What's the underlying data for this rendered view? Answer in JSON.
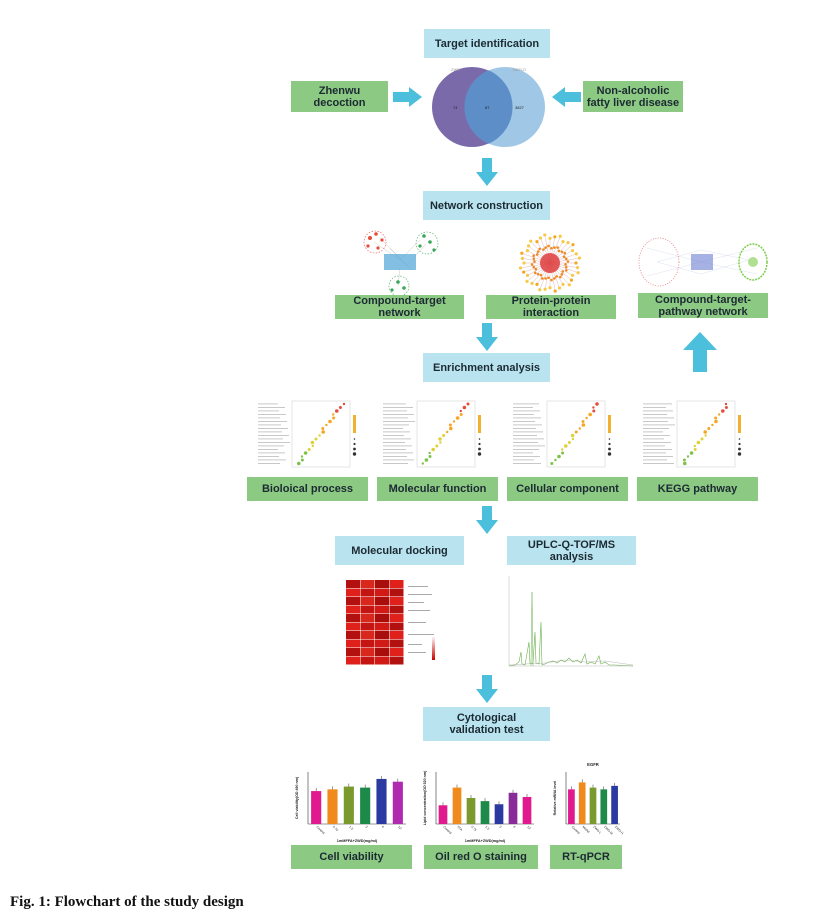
{
  "stages": {
    "target_identification": "Target identification",
    "network_construction": "Network construction",
    "enrichment_analysis": "Enrichment analysis",
    "cytological_validation": "Cytological validation test"
  },
  "inputs": {
    "zhenwu": "Zhenwu decoction",
    "nafld": "Non-alcoholic fatty liver disease"
  },
  "venn": {
    "left_label": "ZWD",
    "right_label": "NAFLD",
    "left_only": "74",
    "overlap": "87",
    "right_only": "3827"
  },
  "networks": {
    "compound_target": "Compound-target network",
    "ppi": "Protein-protein interaction",
    "compound_target_pathway": "Compound-target-pathway network"
  },
  "enrichment": {
    "bp": "Bioloical process",
    "mf": "Molecular function",
    "cc": "Cellular component",
    "kegg": "KEGG pathway"
  },
  "analysis": {
    "docking": "Molecular docking",
    "uplc": "UPLC-Q-TOF/MS analysis"
  },
  "validation": {
    "viability": "Cell viability",
    "oil_red": "Oil red O staining",
    "rtqpcr": "RT-qPCR"
  },
  "mini_charts": {
    "viability": {
      "ylabel": "Cell viability(OD 490 nm)",
      "xlabel": "1mMFFA+ZWD(mg/ml)",
      "categories": [
        "Control",
        "0.75",
        "1.5",
        "3",
        "6",
        "12"
      ],
      "values": [
        0.95,
        1.0,
        1.08,
        1.05,
        1.3,
        1.22
      ],
      "colors": [
        "#e0198e",
        "#f08a1c",
        "#7a9a2e",
        "#1e8a4a",
        "#2b3aa0",
        "#b02ab0"
      ],
      "ylim": [
        0,
        1.5
      ]
    },
    "oil_red": {
      "ylabel": "Lipid concentration(OD 520 nm)",
      "xlabel": "1mMFFA+ZWD(mg/ml)",
      "categories": [
        "Control",
        "FFA",
        "0.75",
        "1.5",
        "3",
        "6",
        "12"
      ],
      "values": [
        0.18,
        0.35,
        0.25,
        0.22,
        0.19,
        0.3,
        0.26
      ],
      "colors": [
        "#e0198e",
        "#f08a1c",
        "#7a9a2e",
        "#1e8a4a",
        "#2b3aa0",
        "#8a2b9a",
        "#e0198e"
      ],
      "ylim": [
        0,
        0.5
      ]
    },
    "rtqpcr": {
      "title": "EGFR",
      "ylabel": "Relative mRNA level",
      "categories": [
        "Control",
        "Model",
        "ZWD-L",
        "ZWD-M",
        "ZWD-H"
      ],
      "values": [
        1.0,
        1.2,
        1.05,
        1.0,
        1.1
      ],
      "colors": [
        "#e0198e",
        "#f08a1c",
        "#7a9a2e",
        "#1e8a4a",
        "#2b3aa0"
      ],
      "ylim": [
        0,
        1.5
      ]
    }
  },
  "caption": "Fig. 1: Flowchart of the study design",
  "colors": {
    "stage_box": "#b9e4ef",
    "label_box": "#8cc982",
    "arrow": "#4bbfdb",
    "venn_left": "#6d5aa0",
    "venn_right": "#8fbde0"
  }
}
